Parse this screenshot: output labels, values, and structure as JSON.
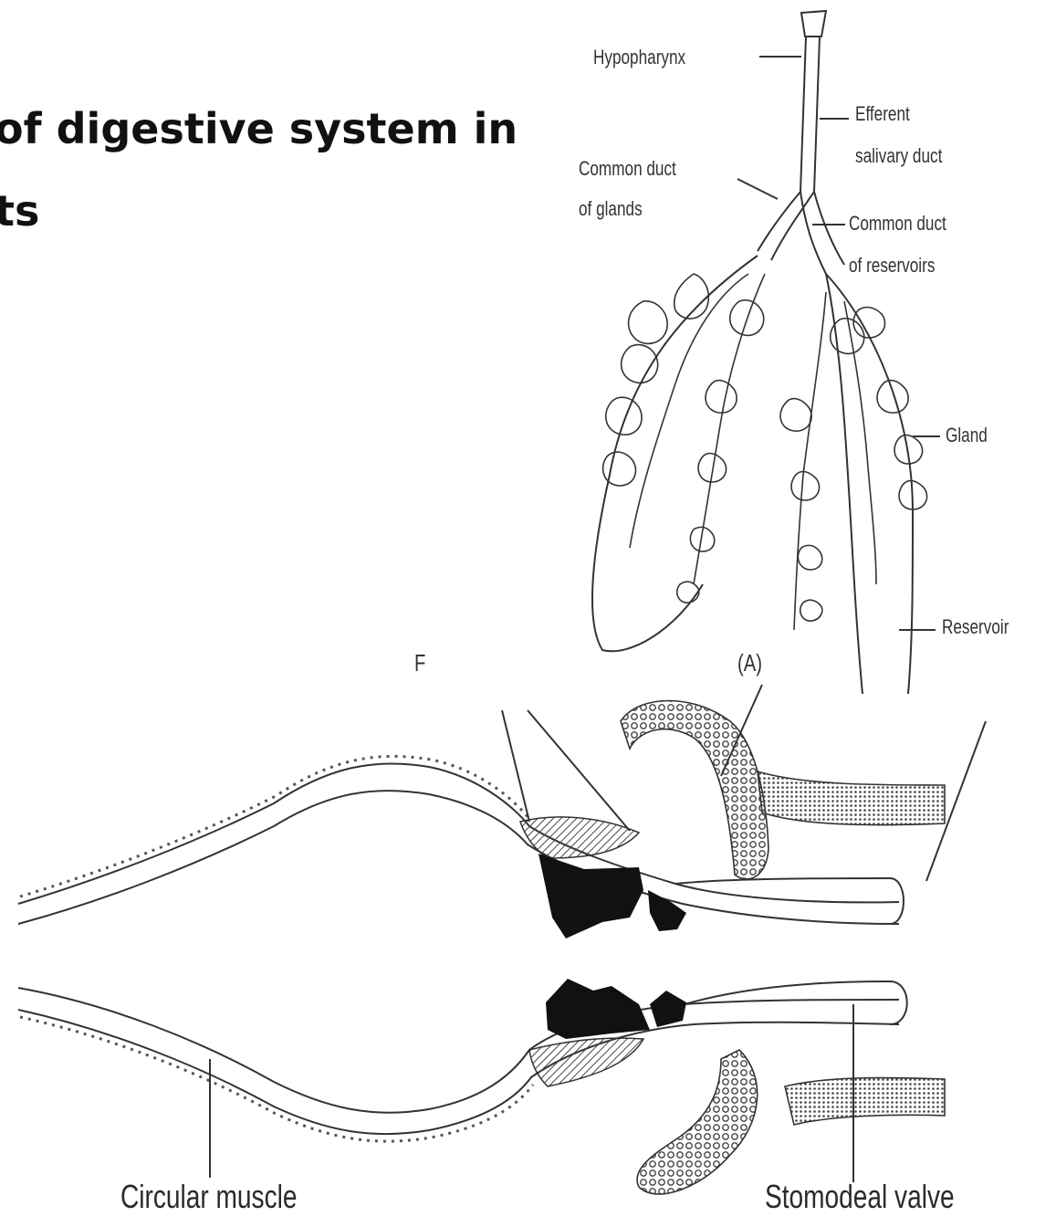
{
  "title": {
    "line1": "of digestive system in",
    "line2": "ts"
  },
  "labels": {
    "hypopharynx": "Hypopharynx",
    "efferent_1": "Efferent",
    "efferent_2": "salivary duct",
    "common_glands_1": "Common duct",
    "common_glands_2": "of glands",
    "common_reservoirs_1": "Common duct",
    "common_reservoirs_2": "of reservoirs",
    "gland": "Gland",
    "reservoir": "Reservoir",
    "panel_a": "(A)",
    "f_label": "F",
    "circular_muscle": "Circular muscle",
    "stomodeal_valve": "Stomodeal valve"
  },
  "colors": {
    "ink": "#333333",
    "muscle_fill": "#555555"
  }
}
